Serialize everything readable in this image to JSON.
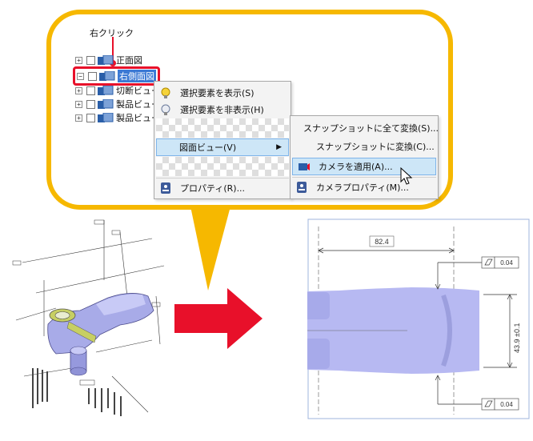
{
  "annotation": {
    "right_click_label": "右クリック"
  },
  "tree": {
    "items": [
      {
        "label": "正面図",
        "selected": false
      },
      {
        "label": "右側面図",
        "selected": true
      },
      {
        "label": "切断ビュー",
        "selected": false
      },
      {
        "label": "製品ビュー",
        "selected": false
      },
      {
        "label": "製品ビュー",
        "selected": false
      }
    ]
  },
  "context_menu": {
    "items": [
      {
        "label": "選択要素を表示(S)",
        "icon": "show-bulb-icon"
      },
      {
        "label": "選択要素を非表示(H)",
        "icon": "hide-bulb-icon"
      },
      {
        "label": "図面ビュー(V)",
        "icon": "",
        "submenu": true,
        "highlighted": true
      },
      {
        "label": "プロパティ(R)...",
        "icon": "properties-icon"
      }
    ]
  },
  "submenu": {
    "items": [
      {
        "label": "スナップショットに全て変換(S)...",
        "icon": "snapshot-all-icon"
      },
      {
        "label": "スナップショットに変換(C)...",
        "icon": ""
      },
      {
        "label": "カメラを適用(A)...",
        "icon": "camera-apply-icon",
        "highlighted": true
      },
      {
        "label": "カメラプロパティ(M)...",
        "icon": "camera-properties-icon"
      }
    ]
  },
  "drawing": {
    "width_dim": "82.4",
    "height_dim": "43.9 ±0.1",
    "flatness_top": "0.04",
    "flatness_bottom": "0.04"
  },
  "colors": {
    "callout": "#f6b800",
    "arrow": "#e8102a",
    "highlight": "#cde6f7",
    "part": "#b7b9f2"
  }
}
